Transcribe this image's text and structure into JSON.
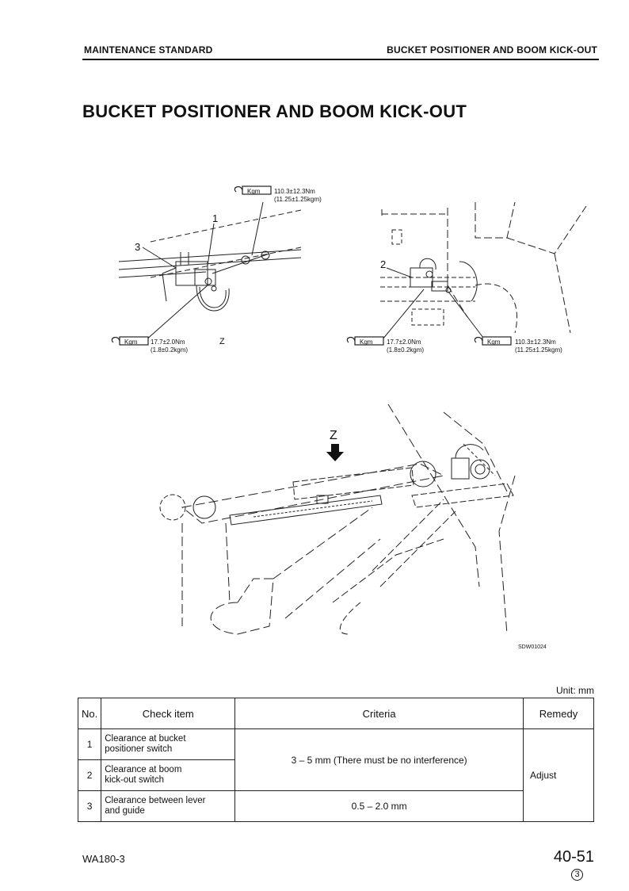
{
  "header": {
    "left": "MAINTENANCE STANDARD",
    "right": "BUCKET POSITIONER AND BOOM KICK-OUT"
  },
  "title": "BUCKET POSITIONER AND BOOM KICK-OUT",
  "diagram": {
    "torque_icon_label": "Kgm",
    "left_view": {
      "callouts": [
        "1",
        "3"
      ],
      "torque_top": {
        "nm": "110.3±12.3Nm",
        "kgm": "(11.25±1.25kgm)"
      },
      "torque_bottom": {
        "nm": "17.7±2.0Nm",
        "kgm": "(1.8±0.2kgm)"
      },
      "view_label": "Z"
    },
    "right_view": {
      "callouts": [
        "2"
      ],
      "torque_left": {
        "nm": "17.7±2.0Nm",
        "kgm": "(1.8±0.2kgm)"
      },
      "torque_right": {
        "nm": "110.3±12.3Nm",
        "kgm": "(11.25±1.25kgm)"
      }
    },
    "main_view": {
      "view_arrow_label": "Z",
      "drawing_code": "SDW01024"
    }
  },
  "table": {
    "unit": "Unit: mm",
    "headers": {
      "no": "No.",
      "item": "Check item",
      "criteria": "Criteria",
      "remedy": "Remedy"
    },
    "rows": [
      {
        "no": "1",
        "item_l1": "Clearance at bucket",
        "item_l2": "positioner switch"
      },
      {
        "no": "2",
        "item_l1": "Clearance at boom",
        "item_l2": "kick-out switch"
      },
      {
        "no": "3",
        "item_l1": "Clearance between lever",
        "item_l2": "and guide"
      }
    ],
    "criteria_12": "3 – 5 mm (There must be no interference)",
    "criteria_3": "0.5 – 2.0 mm",
    "remedy": "Adjust"
  },
  "footer": {
    "model": "WA180-3",
    "page": "40-51",
    "revision": "3"
  }
}
